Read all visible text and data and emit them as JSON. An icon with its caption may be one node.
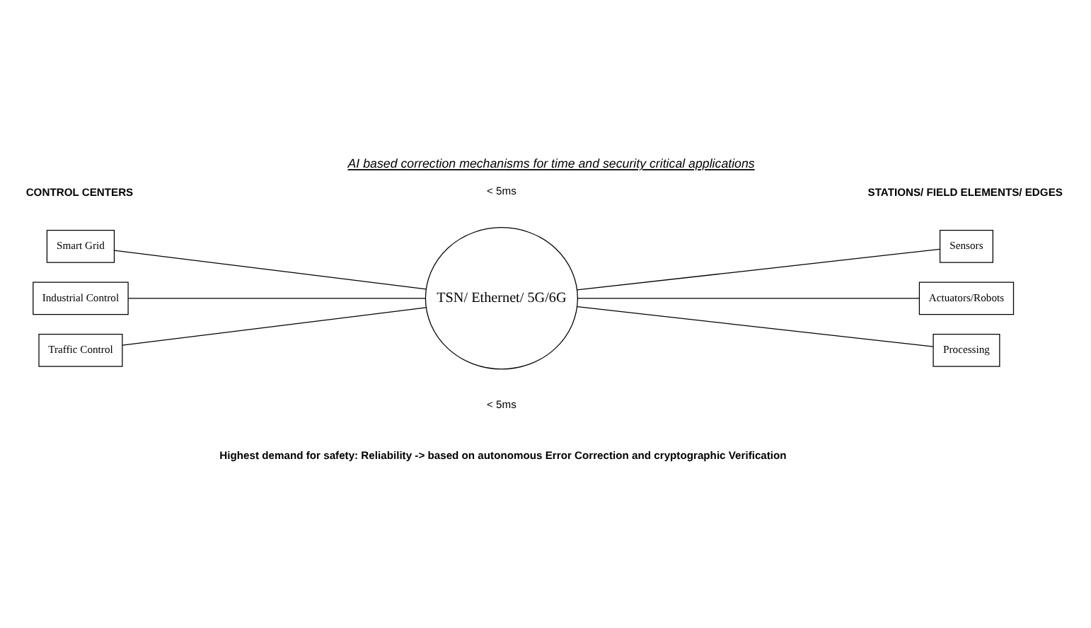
{
  "diagram": {
    "title": "AI based correction mechanisms for time and security critical applications",
    "caption": "Highest demand for safety: Reliability -> based on autonomous Error Correction and cryptographic Verification",
    "nodes": [
      {
        "text": [
          "Smart Grid"
        ]
      },
      {
        "text": [
          "Industrial Control"
        ]
      },
      {
        "text": [
          "Traffic Control"
        ]
      },
      {
        "text": [
          "TSN/ Ethernet/ 5G/6G"
        ]
      },
      {
        "text": [
          "Sensors"
        ]
      },
      {
        "text": [
          "Actuators/Robots"
        ]
      },
      {
        "text": [
          "Processing"
        ]
      }
    ],
    "edges": [
      {
        "from": 0,
        "to": 3,
        "arrow": "none"
      },
      {
        "from": 1,
        "to": 3,
        "arrow": "none"
      },
      {
        "from": 2,
        "to": 3,
        "arrow": "none"
      },
      {
        "from": 3,
        "to": 4,
        "arrow": "none"
      },
      {
        "from": 3,
        "to": 5,
        "arrow": "none"
      },
      {
        "from": 3,
        "to": 6,
        "arrow": "none"
      }
    ],
    "labels": [
      "CONTROL CENTERS",
      "STATIONS/ FIELD ELEMENTS/ EDGES",
      "< 5ms",
      "< 5ms"
    ]
  }
}
